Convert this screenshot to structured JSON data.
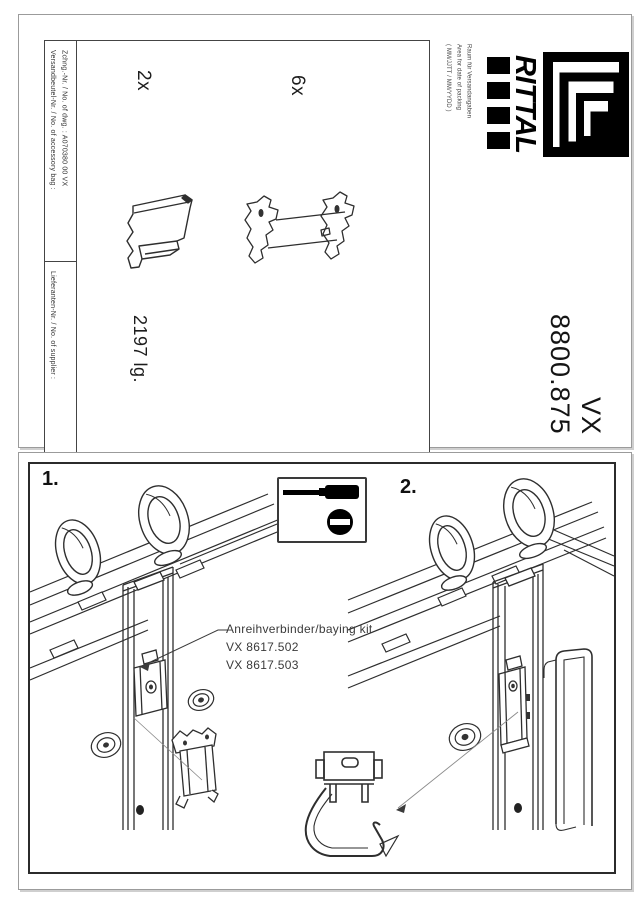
{
  "doc": {
    "brand": "RITTAL",
    "product": {
      "line1": "VX",
      "line2": "8800.875"
    },
    "sidebar": {
      "drawing_no": "Zchng.-Nr. / No. of dwg. : A070380 00 VX",
      "accessory_bag": "Versandbeutel-Nr. / No. of accessory bag :",
      "supplier": "Lieferanten-Nr. / No. of supplier :"
    },
    "shipping_area": {
      "line1": "Raum für Versandangaben",
      "line2": "Area for date of packing",
      "line3": "( MM/JJTT / MM/YYDD )"
    },
    "parts": {
      "qty_profile": "2x",
      "qty_connector": "6x",
      "length_note": "2197 lg."
    },
    "steps": {
      "step1": "1.",
      "step2": "2."
    },
    "kit_label": {
      "title": "Anreihverbinder/baying kit",
      "ref1": "VX 8617.502",
      "ref2": "VX 8617.503"
    }
  },
  "colors": {
    "ink": "#2e2e2e",
    "page_border": "#9b9b9b",
    "label_gray": "#3a3a3a"
  }
}
